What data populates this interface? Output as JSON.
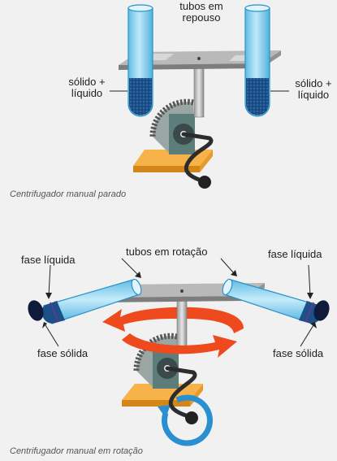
{
  "colors": {
    "background": "#f1f1f1",
    "tube": "#8fd3ee",
    "tube_outline": "#2c8fc4",
    "sediment": "#1d4f88",
    "metal": "#8a8a8a",
    "gear": "#6d6d6d",
    "base": "#f5a623",
    "rotation_arrow": "#ee4a1e",
    "crank_arrow": "#2a8fd0"
  },
  "top_diagram": {
    "label_tubes": [
      "tubos em",
      "repouso"
    ],
    "label_left": [
      "sólido +",
      "líquido"
    ],
    "label_right": [
      "sólido +",
      "líquido"
    ],
    "caption": "Centrifugador manual parado"
  },
  "bottom_diagram": {
    "label_tubes": "tubos em rotação",
    "label_liquid_left": "fase líquida",
    "label_liquid_right": "fase líquida",
    "label_solid_left": "fase sólida",
    "label_solid_right": "fase sólida",
    "caption": "Centrifugador manual em rotação"
  }
}
